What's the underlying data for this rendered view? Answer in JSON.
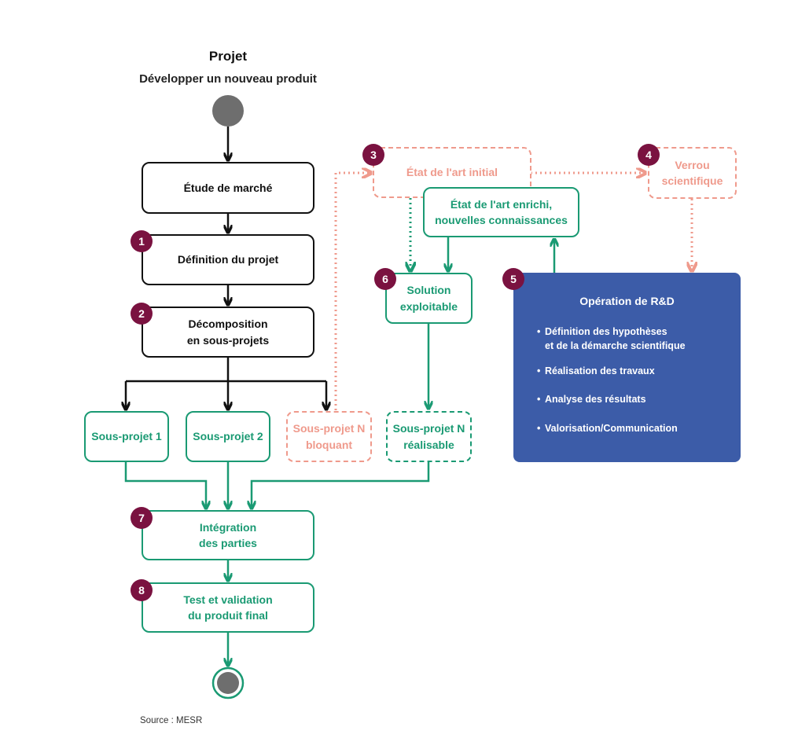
{
  "header": {
    "title": "Projet",
    "subtitle": "Développer un nouveau produit"
  },
  "nodes": {
    "etude_marche": "Étude de marché",
    "definition_projet": "Définition du projet",
    "decomposition": [
      "Décomposition",
      "en sous-projets"
    ],
    "sous_projet_1": "Sous-projet 1",
    "sous_projet_2": "Sous-projet 2",
    "sous_projet_n_bloquant": [
      "Sous-projet N",
      "bloquant"
    ],
    "sous_projet_n_realisable": [
      "Sous-projet N",
      "réalisable"
    ],
    "etat_art_initial": "État de l'art initial",
    "etat_art_enrichi": [
      "État de l'art enrichi,",
      "nouvelles connaissances"
    ],
    "verrou": [
      "Verrou",
      "scientifique"
    ],
    "solution": [
      "Solution",
      "exploitable"
    ],
    "integration": [
      "Intégration",
      "des parties"
    ],
    "test_validation": [
      "Test et validation",
      "du produit final"
    ]
  },
  "rd_operation": {
    "title": "Opération de R&D",
    "items": [
      "Définition des hypothèses",
      "et de la démarche scientifique",
      "Réalisation des travaux",
      "Analyse des résultats",
      "Valorisation/Communication"
    ]
  },
  "badges": [
    "1",
    "2",
    "3",
    "4",
    "5",
    "6",
    "7",
    "8"
  ],
  "colors": {
    "black": "#111111",
    "green": "#1a9a73",
    "pink": "#ef9a8c",
    "badge": "#7a1240",
    "rd_box": "#3c5ca8",
    "node_circle": "#6e6e6e"
  },
  "footer": {
    "source": "Source : MESR"
  }
}
